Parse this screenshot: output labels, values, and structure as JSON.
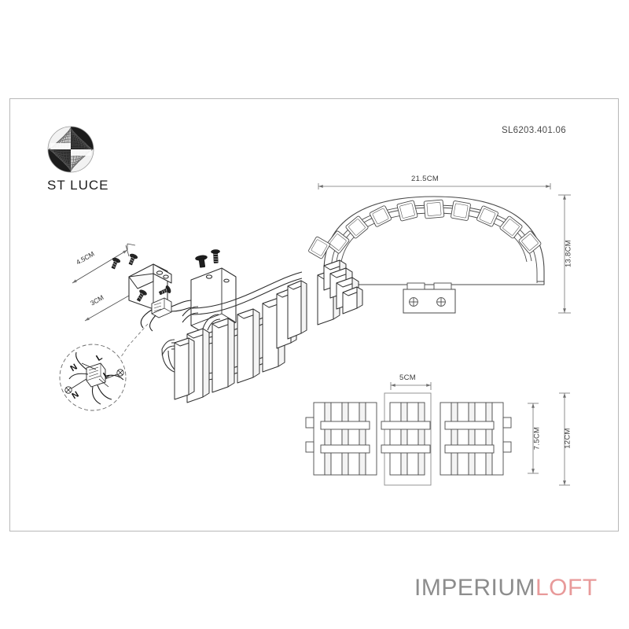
{
  "document": {
    "type": "product-installation-drawing",
    "product_code": "SL6203.401.06",
    "brand": "ST LUCE",
    "brand_mark": "sphere-logo-icon"
  },
  "watermark": {
    "primary": "IMPERIUM",
    "accent": "LOFT",
    "primary_color": "#8d8d8d",
    "accent_color": "#e89a9a"
  },
  "views": {
    "exploded": {
      "name": "exploded-assembly-view",
      "parts": [
        "mounting-bracket",
        "screws",
        "terminal-block",
        "lamp-body"
      ],
      "callouts": [
        {
          "label": "4.5CM",
          "axis": "bracket-width"
        },
        {
          "label": "3CM",
          "axis": "bracket-depth"
        }
      ]
    },
    "wiring_detail": {
      "name": "wiring-detail-circle",
      "terminals": [
        "N",
        "L",
        "L",
        "N"
      ]
    },
    "top": {
      "name": "top-view",
      "width_label": "21.5CM",
      "depth_label": "13.8CM",
      "shade_count": 10
    },
    "front": {
      "name": "front-view",
      "center_label": "5CM",
      "inner_height_label": "7.5CM",
      "overall_height_label": "12CM"
    }
  },
  "colors": {
    "frame": "#b8b8b8",
    "line": "#3a3a3a",
    "dim_line": "#707070",
    "fill": "#ffffff"
  }
}
